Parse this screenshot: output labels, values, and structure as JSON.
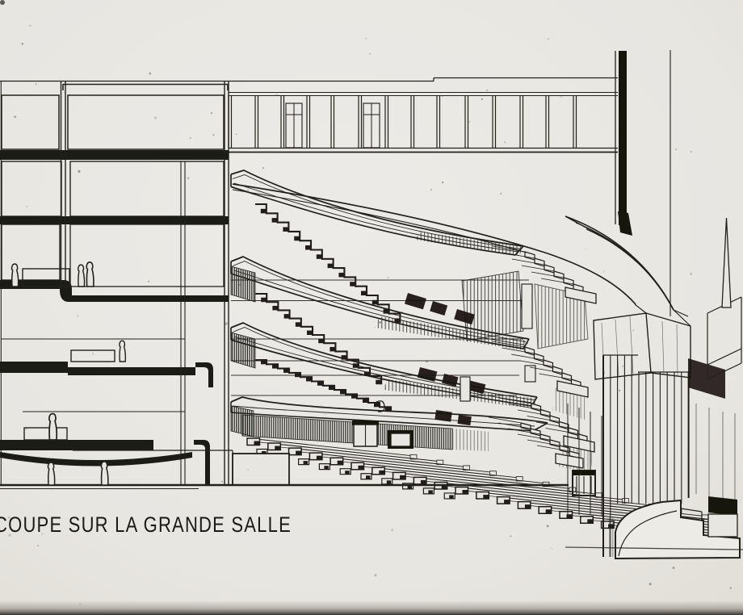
{
  "sheet": {
    "paper_color": "#e8e6e1",
    "ink_color": "#201e1b",
    "bottom_shadow_color": "#3a362f"
  },
  "title_block": {
    "caption": "COUPE SUR LA GRANDE SALLE"
  },
  "drawing": {
    "kind": "architectural section-perspective of a grand hall auditorium",
    "balcony_tier_count": 4,
    "human_figure_count": 7,
    "labeled_parts": [
      "roof-parapet",
      "foyer-floors",
      "corridor-glazing",
      "balcony-tiers",
      "stepped-seating",
      "stalls-seat-rows",
      "ceiling-swoop",
      "acoustic-sail",
      "fly-tower-wall",
      "proscenium-slat-wall",
      "stage-apron",
      "ground-line"
    ]
  }
}
